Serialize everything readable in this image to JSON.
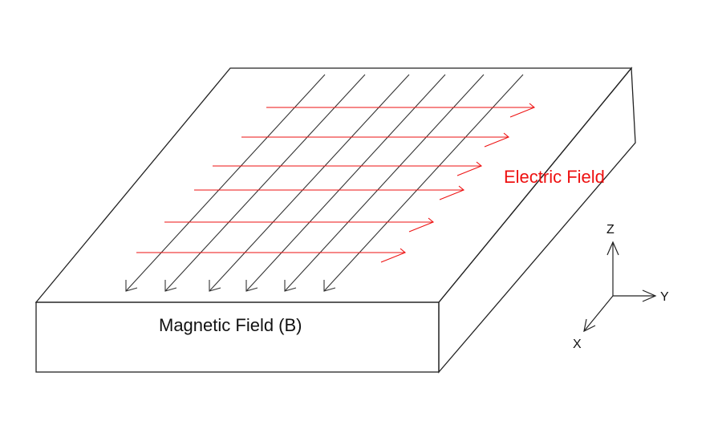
{
  "labels": {
    "electric_field": "Electric Field",
    "magnetic_field": "Magnetic Field (B)"
  },
  "axes": {
    "z": "Z",
    "y": "Y",
    "x": "X"
  },
  "colors": {
    "electric": "#ee1111",
    "outline": "#222222",
    "magnetic_lines": "#333333",
    "background": "#ffffff"
  },
  "field_line_counts": {
    "electric_arrows": 6,
    "magnetic_lines": 6
  }
}
